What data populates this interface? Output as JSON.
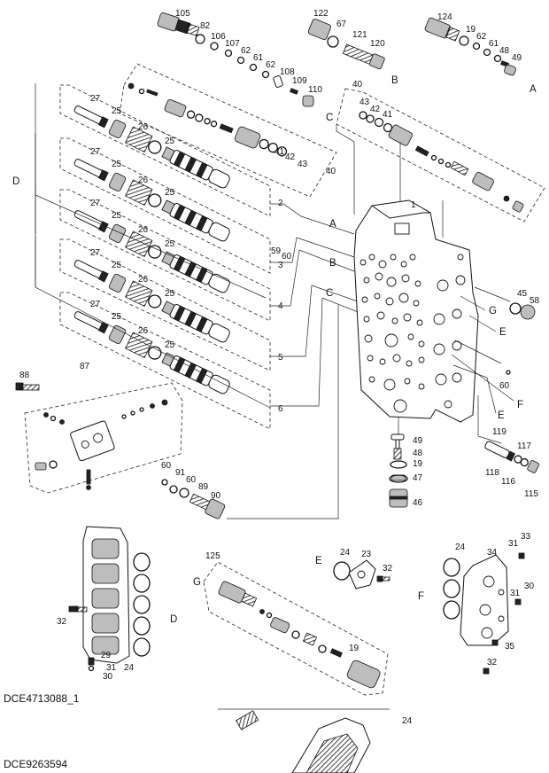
{
  "image_codes": {
    "top": "DCE4713088_1",
    "bottom": "DCE9263594"
  },
  "part_numbers": {
    "p1": "1",
    "p2": "2",
    "p3": "3",
    "p4": "4",
    "p5": "5",
    "p6": "6",
    "p19": "19",
    "p23": "23",
    "p24": "24",
    "p25": "25",
    "p26": "26",
    "p27": "27",
    "p29": "29",
    "p30": "30",
    "p31": "31",
    "p32": "32",
    "p33": "33",
    "p34": "34",
    "p35": "35",
    "p40": "40",
    "p41": "41",
    "p42": "42",
    "p43": "43",
    "p45": "45",
    "p46": "46",
    "p47": "47",
    "p48": "48",
    "p49": "49",
    "p58": "58",
    "p59": "59",
    "p60": "60",
    "p61": "61",
    "p62": "62",
    "p67": "67",
    "p82": "82",
    "p87": "87",
    "p88": "88",
    "p89": "89",
    "p90": "90",
    "p91": "91",
    "p105": "105",
    "p106": "106",
    "p107": "107",
    "p108": "108",
    "p109": "109",
    "p110": "110",
    "p115": "115",
    "p116": "116",
    "p117": "117",
    "p118": "118",
    "p119": "119",
    "p120": "120",
    "p121": "121",
    "p122": "122",
    "p124": "124",
    "p125": "125"
  },
  "callout_letters": {
    "A": "A",
    "B": "B",
    "C": "C",
    "D": "D",
    "E": "E",
    "F": "F",
    "G": "G"
  }
}
